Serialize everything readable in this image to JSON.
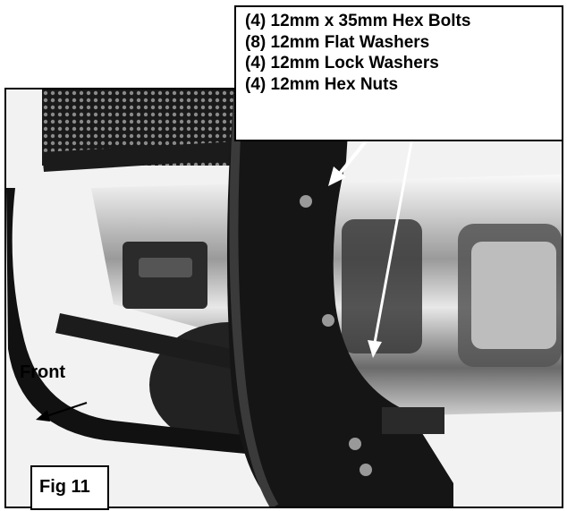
{
  "callout": {
    "lines": [
      "(4) 12mm x 35mm Hex Bolts",
      "(8) 12mm Flat Washers",
      "(4) 12mm Lock Washers",
      "(4) 12mm Hex Nuts"
    ]
  },
  "labels": {
    "front": "Front",
    "figure": "Fig 11"
  },
  "colors": {
    "ink": "#000000",
    "paper": "#ffffff"
  }
}
